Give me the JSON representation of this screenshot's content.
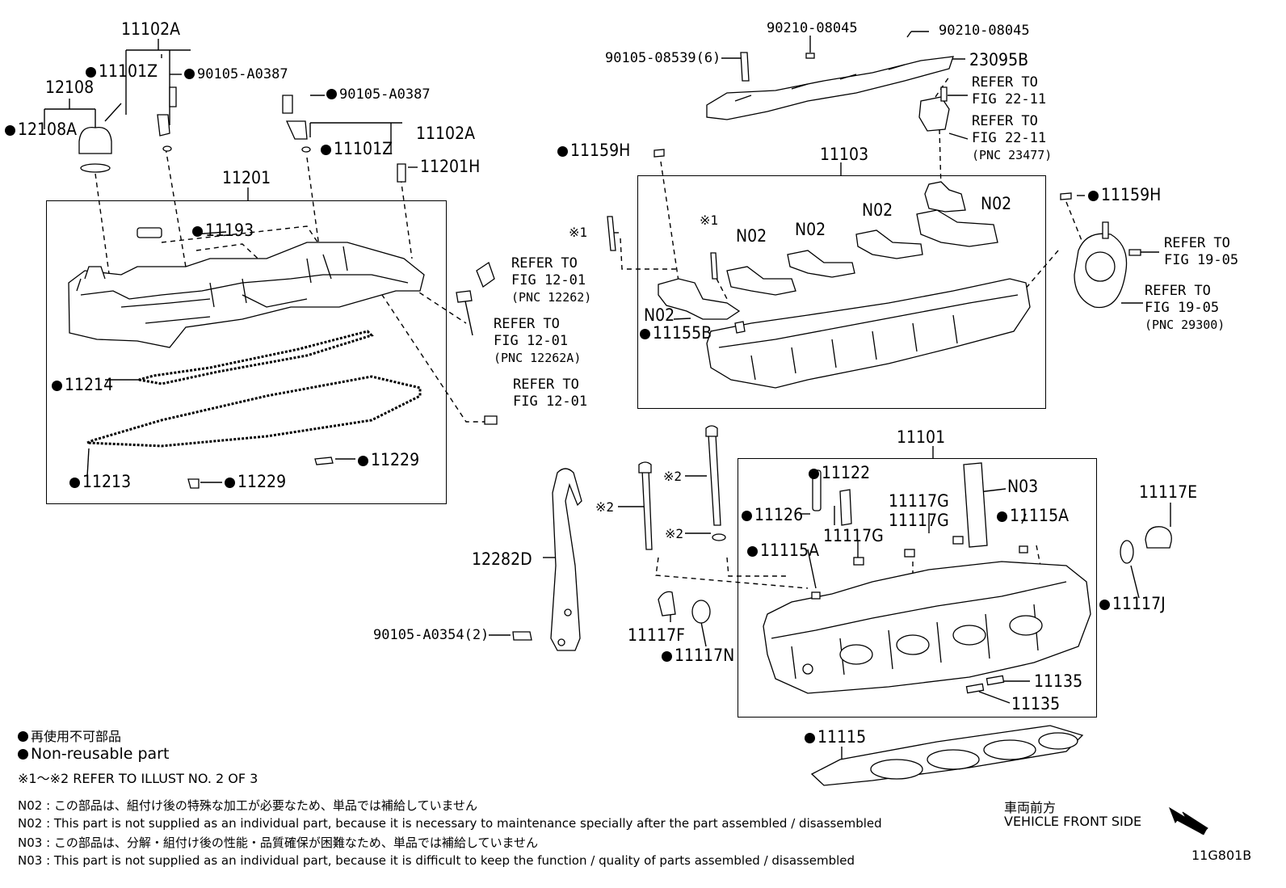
{
  "labels": {
    "p11102A_top": "11102A",
    "p11101Z_top": "11101Z",
    "p90105A0387_a": "90105-A0387",
    "p12108": "12108",
    "p12108A": "12108A",
    "p90105A0387_b": "90105-A0387",
    "p11102A_mid": "11102A",
    "p11101Z_mid": "11101Z",
    "p11201H": "11201H",
    "p11201": "11201",
    "p11193": "11193",
    "p11214": "11214",
    "p11213": "11213",
    "p11229_a": "11229",
    "p11229_b": "11229",
    "p90210_a": "90210-08045",
    "p90210_b": "90210-08045",
    "p90105_08539": "90105-08539(6)",
    "p23095B": "23095B",
    "p11159H_a": "11159H",
    "p11159H_b": "11159H",
    "p11103": "11103",
    "p11155B": "11155B",
    "n02_a": "N02",
    "n02_b": "N02",
    "n02_c": "N02",
    "n02_d": "N02",
    "n02_e": "N02",
    "x1_a": "※1",
    "x1_b": "※1",
    "p11101": "11101",
    "p11122": "11122",
    "p11126": "11126",
    "p11117G_a": "11117G",
    "p11117G_b": "11117G",
    "p11117G_c": "11117G",
    "pN03": "N03",
    "p11115A_a": "11115A",
    "p11115A_b": "11115A",
    "p11117E": "11117E",
    "p11117J": "11117J",
    "p11117F": "11117F",
    "p11117N": "11117N",
    "p11135_a": "11135",
    "p11135_b": "11135",
    "p11115": "11115",
    "p12282D": "12282D",
    "p90105A0354": "90105-A0354(2)",
    "x2_a": "※2",
    "x2_b": "※2",
    "x2_c": "※2"
  },
  "refs": {
    "r1": [
      "REFER TO",
      "FIG 12-01",
      "(PNC 12262)"
    ],
    "r2": [
      "REFER TO",
      "FIG 12-01",
      "(PNC 12262A)"
    ],
    "r3": [
      "REFER TO",
      "FIG 12-01"
    ],
    "r4": [
      "REFER TO",
      "FIG 22-11"
    ],
    "r5": [
      "REFER TO",
      "FIG 22-11",
      "(PNC 23477)"
    ],
    "r6": [
      "REFER TO",
      "FIG 19-05"
    ],
    "r7": [
      "REFER TO",
      "FIG 19-05",
      "(PNC 29300)"
    ]
  },
  "legend": {
    "jp_nonreusable": "再使用不可部品",
    "en_nonreusable": "Non-reusable part",
    "refer_illust": "※1〜※2  REFER TO ILLUST NO. 2 OF 3"
  },
  "notes": [
    "N02 : この部品は、組付け後の特殊な加工が必要なため、単品では補給していません",
    "N02 : This part is not supplied as an individual part, because it is necessary to maintenance specially after the part assembled / disassembled",
    "N03 : この部品は、分解・組付け後の性能・品質確保が困難なため、単品では補給していません",
    "N03 : This part is not supplied as an individual part, because it is difficult to keep the function / quality of parts  assembled / disassembled"
  ],
  "front": {
    "jp": "車両前方",
    "en": "VEHICLE FRONT SIDE"
  },
  "figure_code": "11G801B"
}
